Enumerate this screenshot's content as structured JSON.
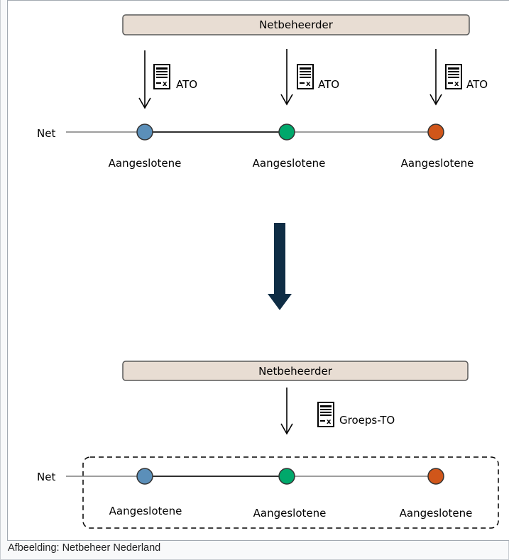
{
  "diagram": {
    "top": {
      "operator_label": "Netbeheerder",
      "grid_label": "Net",
      "contract_labels": [
        "ATO",
        "ATO",
        "ATO"
      ],
      "node_labels": [
        "Aangeslotene",
        "Aangeslotene",
        "Aangeslotene"
      ]
    },
    "bottom": {
      "operator_label": "Netbeheerder",
      "grid_label": "Net",
      "contract_label": "Groeps-TO",
      "node_labels": [
        "Aangeslotene",
        "Aangeslotene",
        "Aangeslotene"
      ]
    },
    "colors": {
      "node_blue": "#5b8fb9",
      "node_green": "#00a86b",
      "node_orange": "#d0561a",
      "operator_fill": "#e8ddd3",
      "transition_arrow": "#0f2d45"
    },
    "icons": [
      "document-icon",
      "down-arrow-icon"
    ]
  },
  "caption": "Afbeelding: Netbeheer Nederland"
}
